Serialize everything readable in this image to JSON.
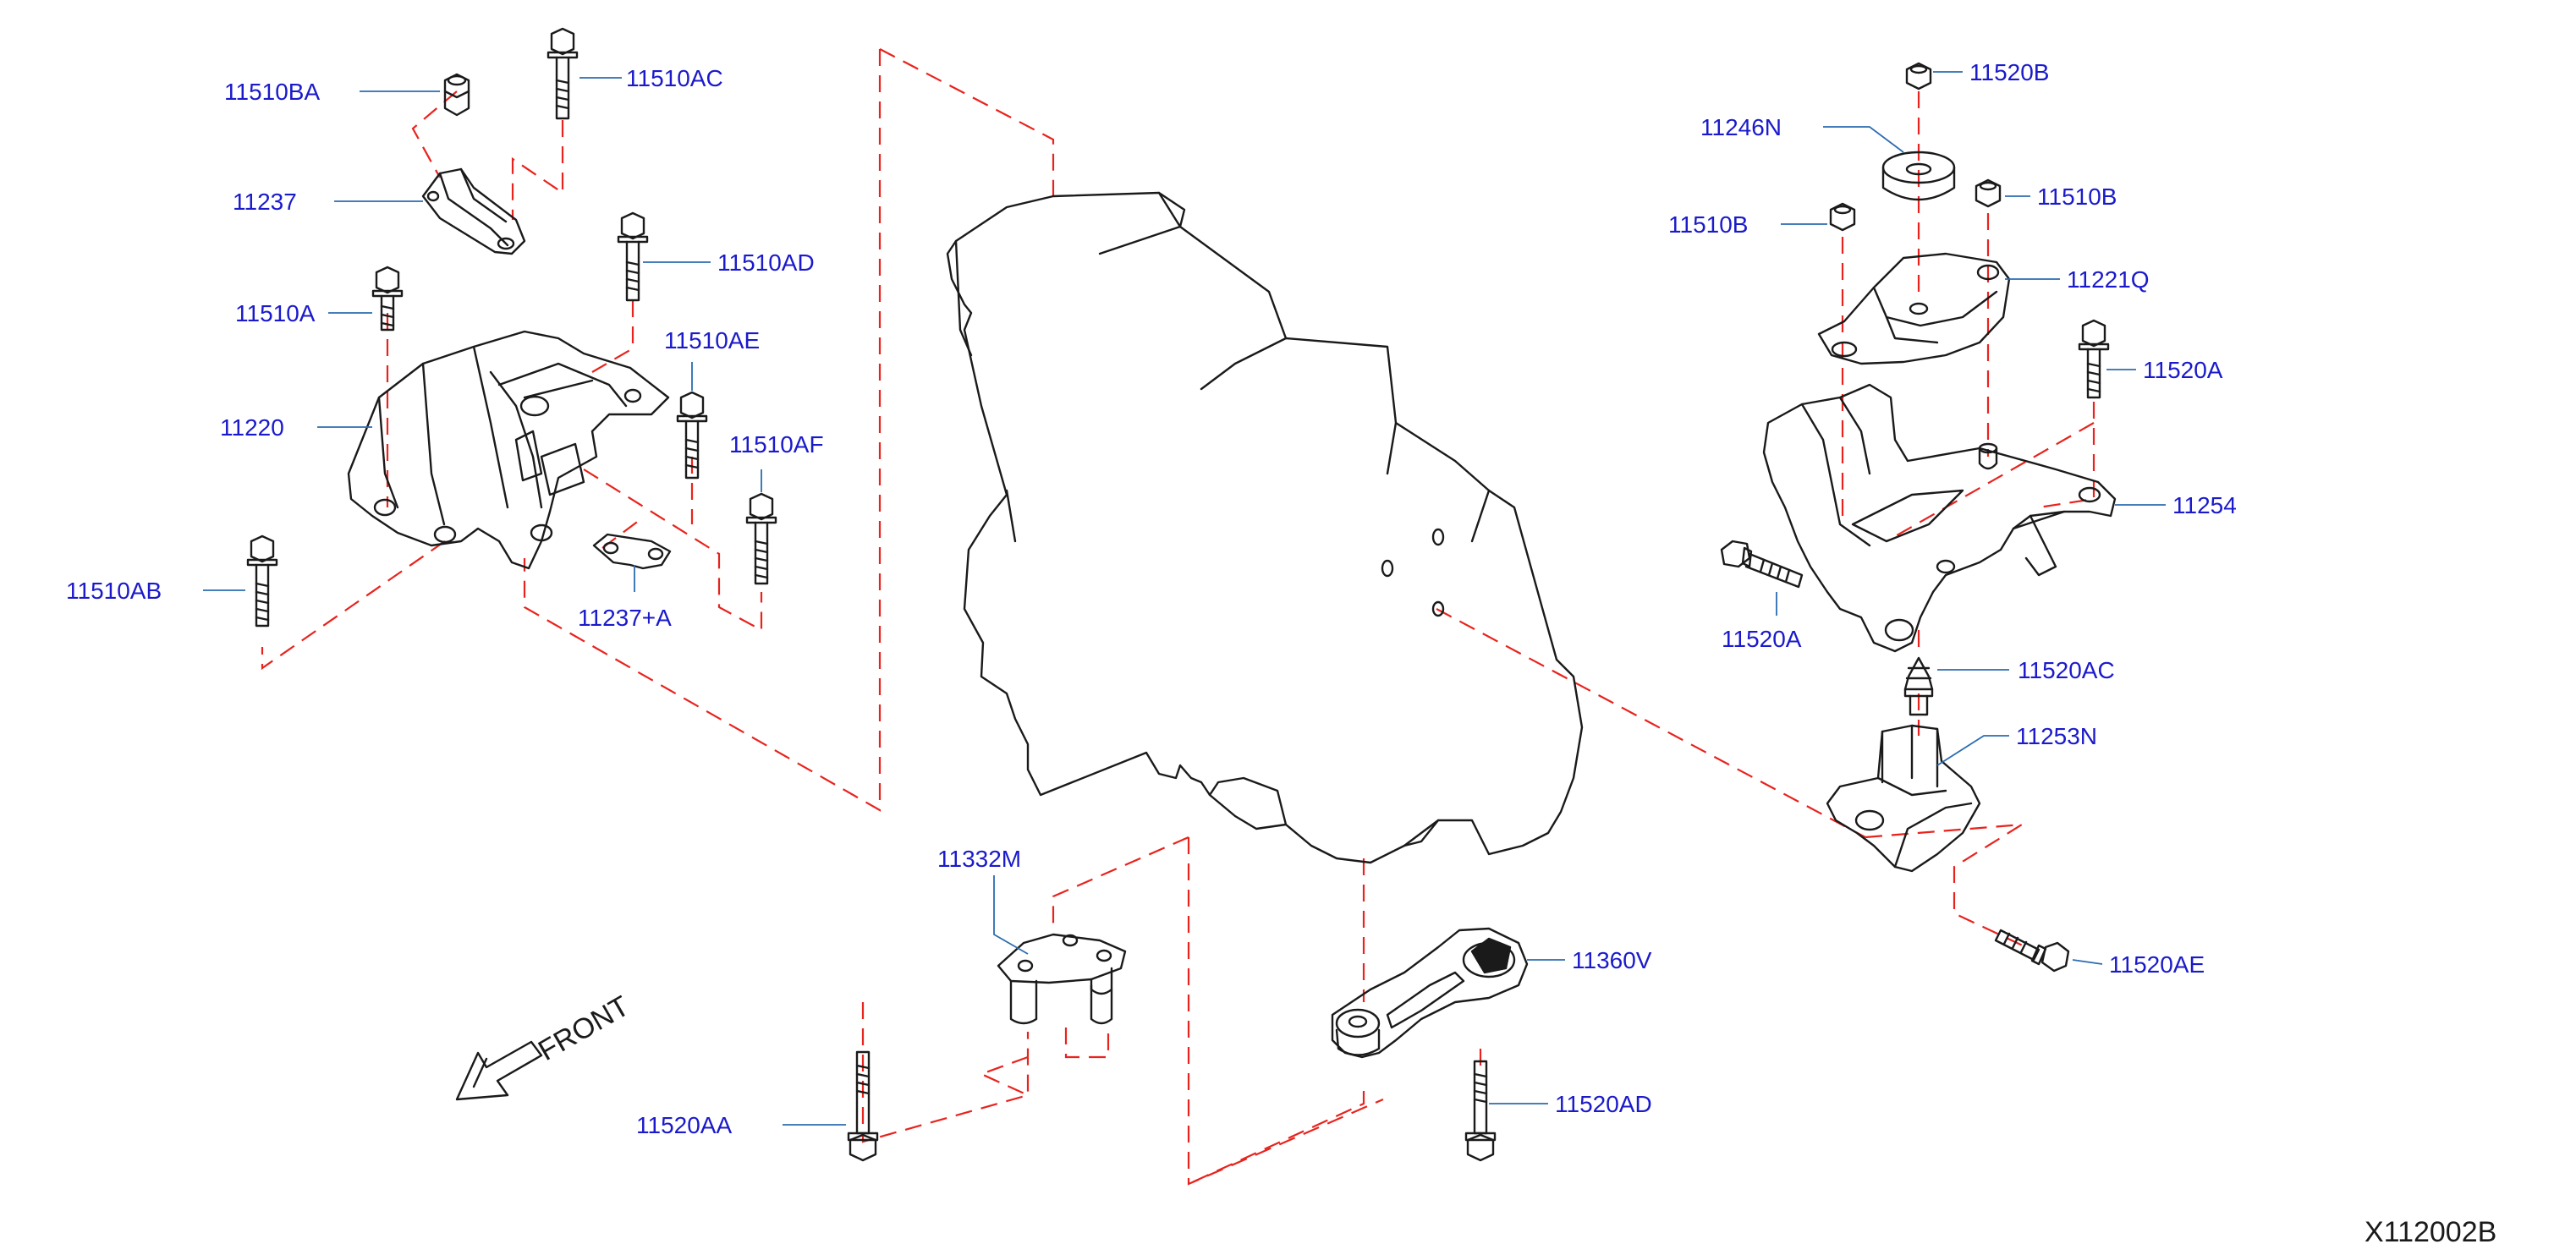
{
  "diagram": {
    "label_color": "#1a1acc",
    "leader_color": "#2b6cb0",
    "dash_color": "#e8231d",
    "line_color": "#1a1a1a",
    "drawing_code": "X112002B",
    "front_text": "FRONT",
    "labels": {
      "p11510BA": "11510BA",
      "p11510AC": "11510AC",
      "p11237": "11237",
      "p11510AD": "11510AD",
      "p11510A": "11510A",
      "p11510AE": "11510AE",
      "p11220": "11220",
      "p11510AF": "11510AF",
      "p11510AB": "11510AB",
      "p11237A": "11237+A",
      "p11332M": "11332M",
      "p11520AA": "11520AA",
      "p11360V": "11360V",
      "p11520AD": "11520AD",
      "p11520B": "11520B",
      "p11246N": "11246N",
      "p11510B_left": "11510B",
      "p11510B_right": "11510B",
      "p11221Q": "11221Q",
      "p11520A_top": "11520A",
      "p11254": "11254",
      "p11520A_left": "11520A",
      "p11520AC": "11520AC",
      "p11253N": "11253N",
      "p11520AE": "11520AE"
    }
  }
}
